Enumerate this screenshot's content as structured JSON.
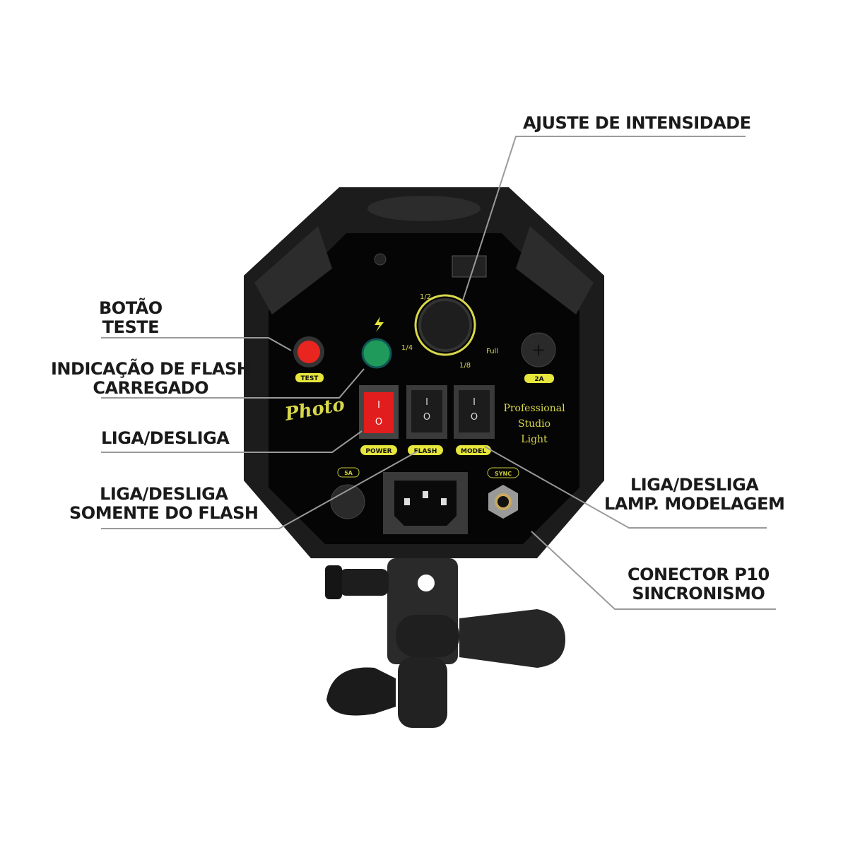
{
  "callouts": {
    "intensity": {
      "line1": "AJUSTE DE INTENSIDADE"
    },
    "test": {
      "line1": "BOTÃO",
      "line2": "TESTE"
    },
    "ready": {
      "line1": "INDICAÇÃO DE FLASH",
      "line2": "CARREGADO"
    },
    "power": {
      "line1": "LIGA/DESLIGA"
    },
    "flash": {
      "line1": "LIGA/DESLIGA",
      "line2": "SOMENTE DO FLASH"
    },
    "model": {
      "line1": "LIGA/DESLIGA",
      "line2": "LAMP. MODELAGEM"
    },
    "sync": {
      "line1": "CONECTOR P10",
      "line2": "SINCRONISMO"
    }
  },
  "panel": {
    "test_label": "TEST",
    "power_label": "POWER",
    "flash_label": "FLASH",
    "model_label": "MODEL",
    "fuse_2a": "2A",
    "fuse_5a": "5A",
    "sync_label": "SYNC",
    "brand": "Photo",
    "slogan": [
      "Professional",
      "Studio",
      "Light"
    ],
    "dial": [
      "1/2",
      "1/4",
      "1/8",
      "Full"
    ],
    "switch_on": "I",
    "switch_off": "O"
  },
  "colors": {
    "panel_text": "#d8d84a",
    "test_button": "#e8261f",
    "ready_led": "#1f9a5a",
    "callout_line": "#9a9a9a"
  }
}
